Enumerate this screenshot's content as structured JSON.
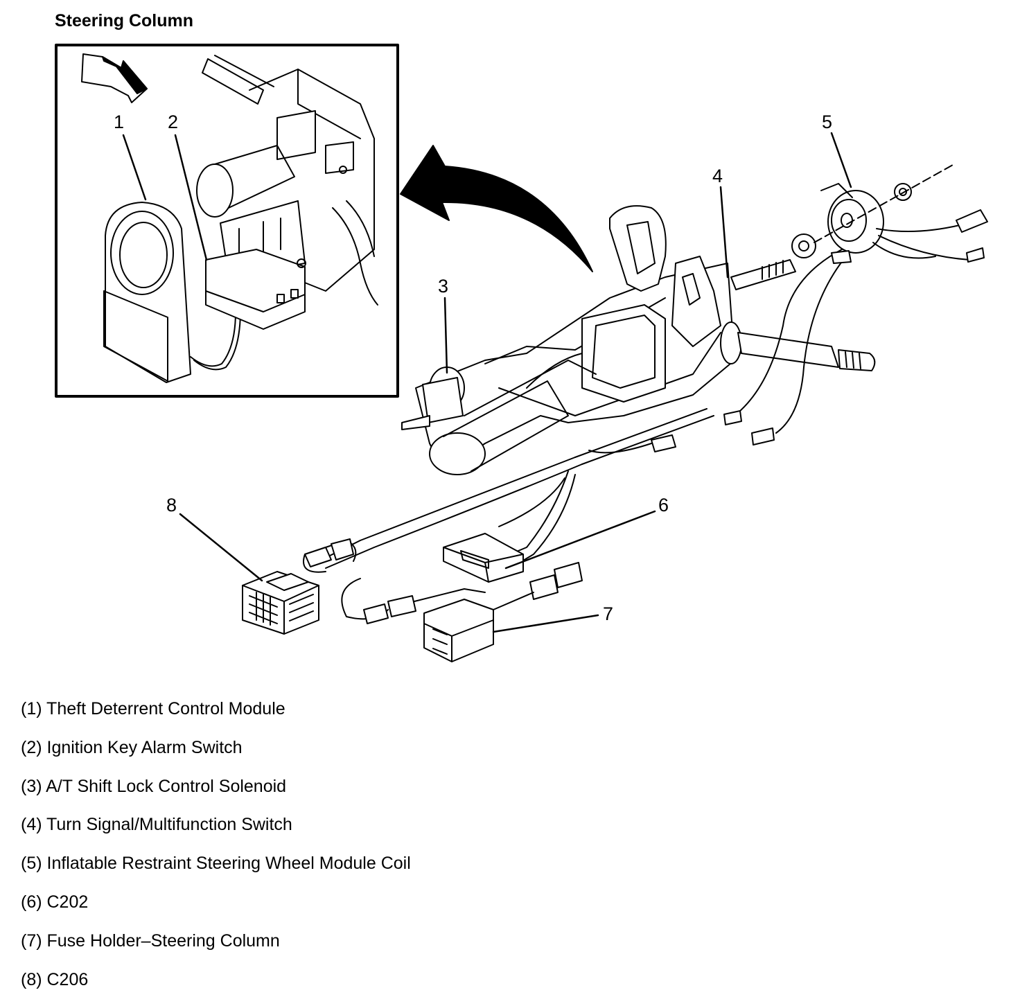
{
  "title": "Steering Column",
  "callouts": [
    "1",
    "2",
    "3",
    "4",
    "5",
    "6",
    "7",
    "8"
  ],
  "legend": [
    "(1) Theft Deterrent Control Module",
    "(2) Ignition Key Alarm Switch",
    "(3) A/T Shift Lock Control Solenoid",
    "(4) Turn Signal/Multifunction Switch",
    "(5) Inflatable Restraint Steering Wheel Module Coil",
    "(6) C202",
    "(7) Fuse Holder–Steering Column",
    "(8) C206"
  ]
}
